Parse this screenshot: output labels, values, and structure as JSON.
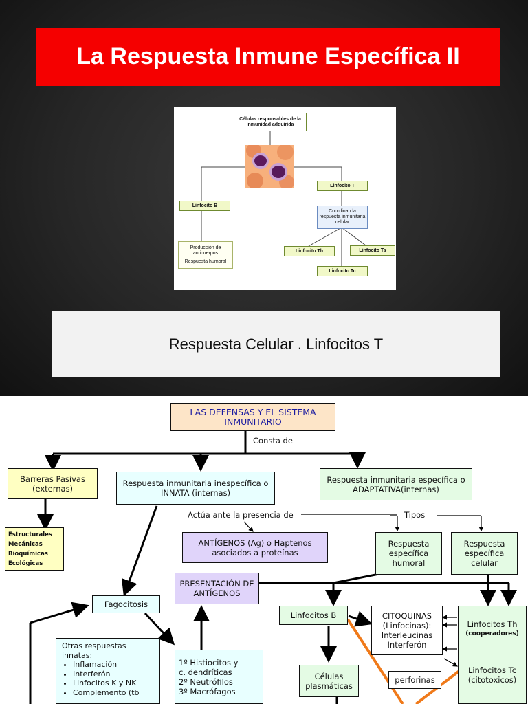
{
  "slide": {
    "title": "La Respuesta Inmune Específica II",
    "subtitle": "Respuesta Celular . Linfocitos T",
    "mini_diagram": {
      "top": "Células responsables de la inmunidad adquirida",
      "b_cell": "Linfocito B",
      "t_cell": "Linfocito T",
      "coordinate": "Coordinan la respuesta inmunitaria celular",
      "production": "Producción de anticuerpos",
      "humoral": "Respuesta humoral",
      "th": "Linfocito Th",
      "ts": "Linfocito Ts",
      "tc": "Linfocito Tc"
    }
  },
  "concept_map": {
    "root": "LAS DEFENSAS Y EL SISTEMA INMUNITARIO",
    "consta_de": "Consta de",
    "barriers": "Barreras Pasivas (externas)",
    "barrier_types": [
      "Estructurales",
      "Mecánicas",
      "Bioquímicas",
      "Ecológicas"
    ],
    "innate": "Respuesta inmunitaria inespecífica o INNATA (internas)",
    "adaptive": "Respuesta inmunitaria específica o ADAPTATIVA(internas)",
    "acts_on": "Actúa ante la presencia de",
    "antigens": "ANTÍGENOS (Ag) o Haptenos asociados a proteínas",
    "tipos": "Tipos",
    "humoral": "Respuesta específica humoral",
    "cellular": "Respuesta específica celular",
    "presentation": "PRESENTACIÓN DE ANTÍGENOS",
    "phagocytosis": "Fagocitosis",
    "b_lymph": "Linfocitos B",
    "cytokines": [
      "CITOQUINAS",
      "(Linfocinas):",
      "Interleucinas",
      "Interferón"
    ],
    "th": "Linfocitos Th",
    "th_note": "(cooperadores)",
    "tc": "Linfocitos Tc",
    "tc_note": "(citotoxicos)",
    "other_title": "Otras respuestas innatas:",
    "other_items": [
      "Inflamación",
      "Interferón",
      "Linfocitos K y NK",
      "Complemento (tb"
    ],
    "phagocytes": [
      "1º Histiocitos y",
      "c. dendríticas",
      "2º Neutrófilos",
      "3º Macrófagos"
    ],
    "plasma": "Células plasmáticas",
    "perforins": "perforinas"
  },
  "colors": {
    "title_bar": "#f50000",
    "arrow_orange": "#f07a1a"
  }
}
